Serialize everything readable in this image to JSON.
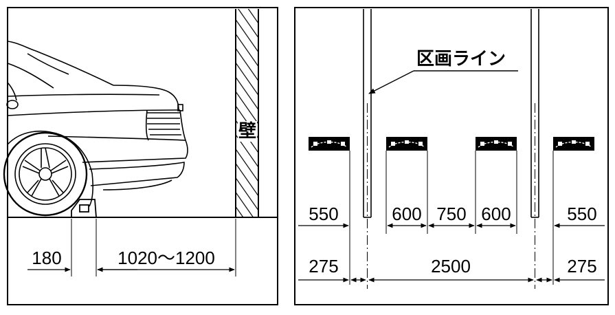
{
  "left_panel": {
    "wall_label": "壁",
    "dimensions": {
      "wheel_stop": "180",
      "stop_to_wall": "1020〜1200"
    }
  },
  "right_panel": {
    "callout_label": "区画ライン",
    "row1": [
      "550",
      "600",
      "750",
      "600",
      "550"
    ],
    "row2": [
      "275",
      "2500",
      "275"
    ]
  }
}
